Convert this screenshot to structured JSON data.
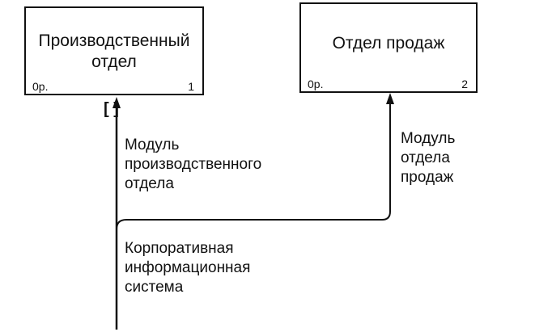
{
  "diagram": {
    "boxes": [
      {
        "title_lines": [
          "Производственный",
          "отдел"
        ],
        "cost": "0р.",
        "number": "1"
      },
      {
        "title_lines": [
          "Отдел продаж"
        ],
        "cost": "0р.",
        "number": "2"
      }
    ],
    "arrows": [
      {
        "label_lines": [
          "Модуль",
          "производственного",
          "отдела"
        ]
      },
      {
        "label_lines": [
          "Модуль",
          "отдела",
          "продаж"
        ]
      },
      {
        "label_lines": [
          "Корпоративная",
          "информационная",
          "система"
        ]
      }
    ],
    "tunnel_marker": "[ ]",
    "colors": {
      "ink": "#111111",
      "background": "#ffffff"
    }
  }
}
